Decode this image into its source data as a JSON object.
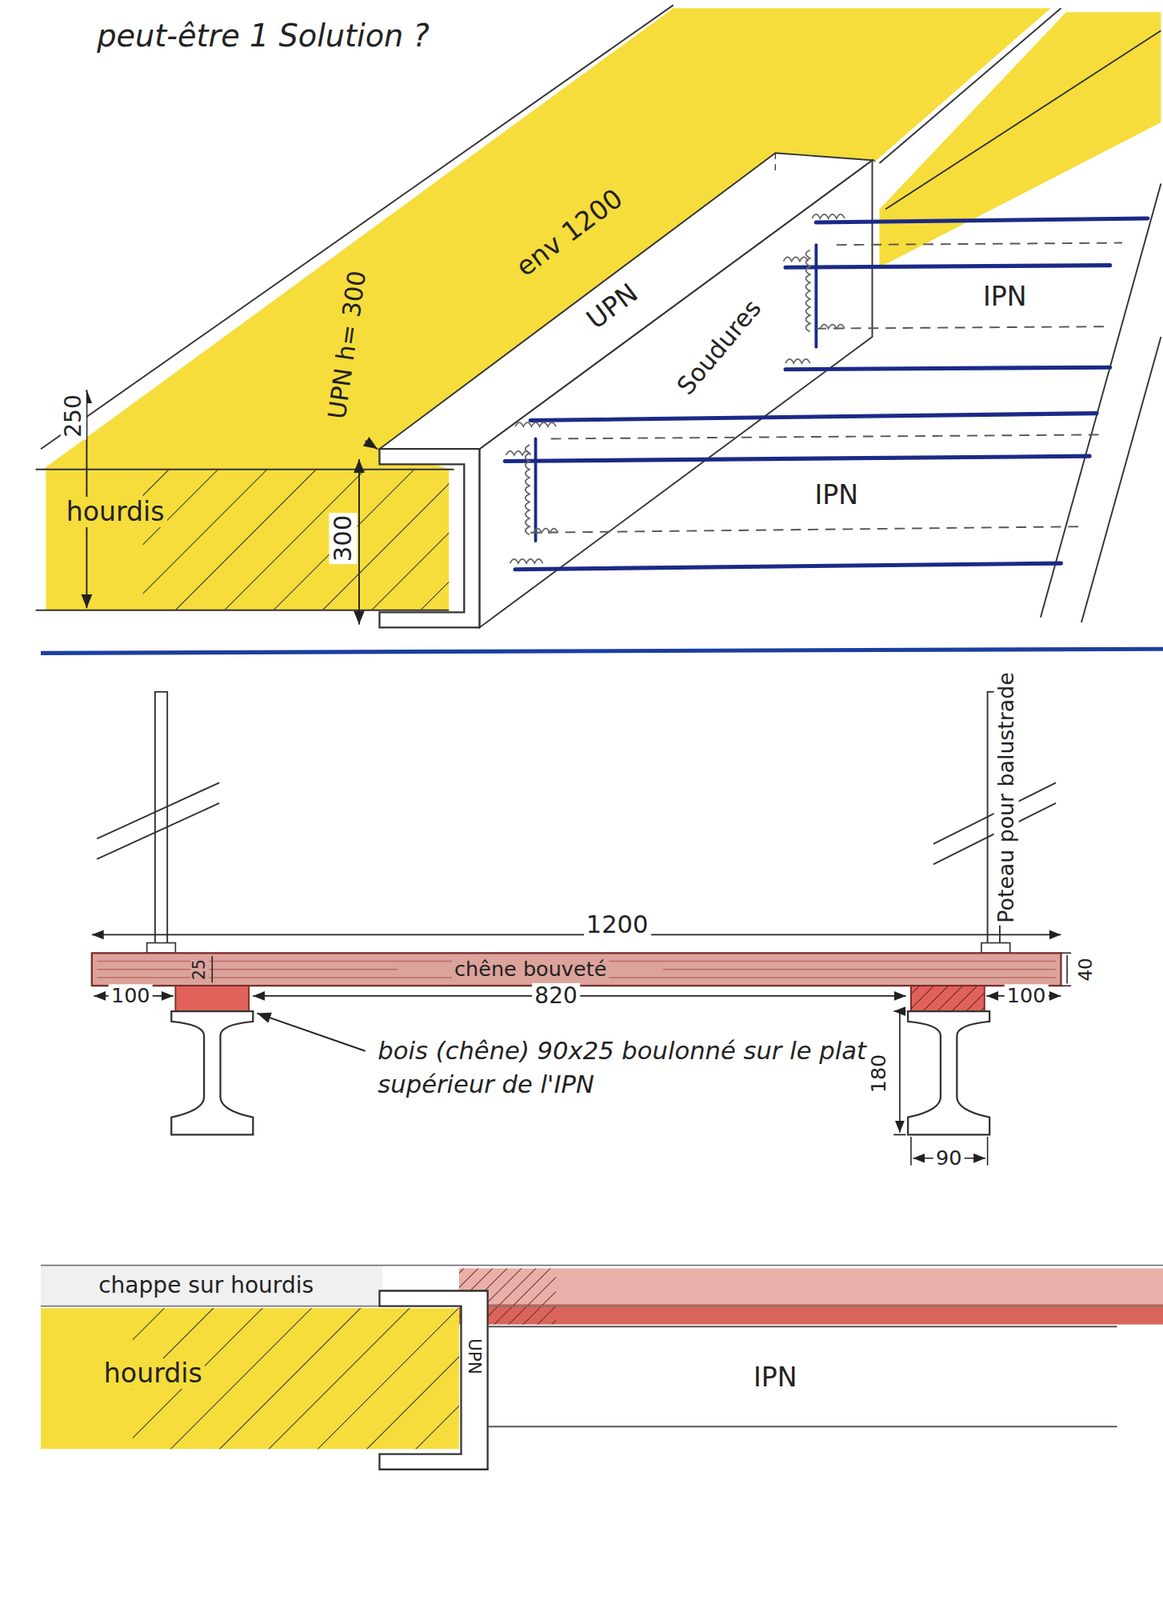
{
  "diagram": {
    "title": "peut-être 1 Solution ?",
    "nodes": [
      {
        "text": [
          "hourdis"
        ]
      },
      {
        "text": [
          "UPN"
        ]
      },
      {
        "text": [
          "IPN"
        ]
      },
      {
        "text": [
          "IPN"
        ]
      },
      {
        "text": [
          "chêne bouveté"
        ]
      },
      {
        "text": [
          "chappe sur hourdis"
        ]
      },
      {
        "text": [
          "hourdis"
        ]
      },
      {
        "text": [
          "UPN"
        ]
      },
      {
        "text": [
          "IPN"
        ]
      }
    ],
    "labels": [
      "250",
      "300",
      "UPN h= 300",
      "env 1200",
      "Soudures",
      "Poteau pour balustrade",
      "1200",
      "25",
      "100",
      "820",
      "100",
      "40",
      "bois (chêne) 90x25 boulonné sur le plat supérieur de l'IPN",
      "180",
      "90"
    ]
  }
}
